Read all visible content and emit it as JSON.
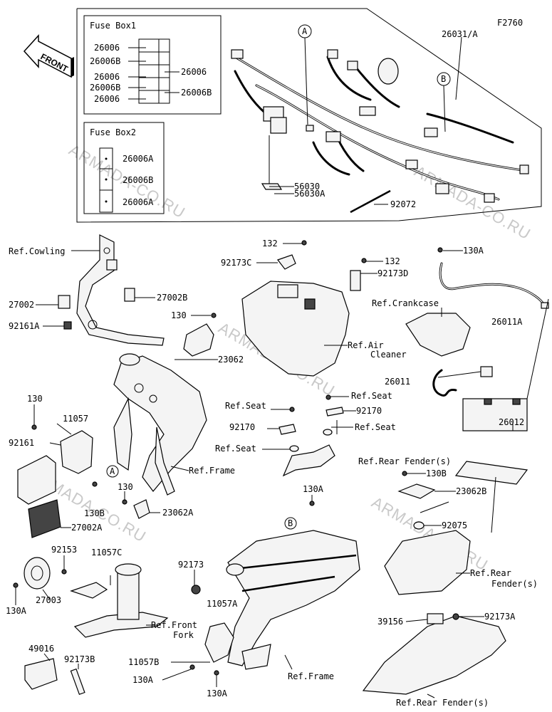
{
  "diagram_code": "F2760",
  "front_label": "FRONT",
  "watermark": "ARMADA-CO.RU",
  "fuse_box1": {
    "title": "Fuse Box1",
    "left_labels": [
      "26006",
      "26006B",
      "26006",
      "26006B",
      "26006"
    ],
    "right_labels": [
      "26006",
      "26006B"
    ]
  },
  "fuse_box2": {
    "title": "Fuse Box2",
    "labels": [
      "26006A",
      "26006B",
      "26006A"
    ]
  },
  "markers": {
    "a": "A",
    "b": "B"
  },
  "labels": {
    "l_26031A": "26031/A",
    "l_56030": "56030",
    "l_56030A": "56030A",
    "l_92072": "92072",
    "l_ref_cowling": "Ref.Cowling",
    "l_27002": "27002",
    "l_27002B": "27002B",
    "l_92161A": "92161A",
    "l_130_a": "130",
    "l_23062": "23062",
    "l_132_a": "132",
    "l_92173C": "92173C",
    "l_132_b": "132",
    "l_92173D": "92173D",
    "l_ref_air": "Ref.Air",
    "l_cleaner": "Cleaner",
    "l_130A_a": "130A",
    "l_ref_crankcase": "Ref.Crankcase",
    "l_26011A": "26011A",
    "l_26011": "26011",
    "l_26012": "26012",
    "l_130_b": "130",
    "l_11057": "11057",
    "l_92161": "92161",
    "l_ref_seat_a": "Ref.Seat",
    "l_ref_seat_b": "Ref.Seat",
    "l_92170_a": "92170",
    "l_92170_b": "92170",
    "l_ref_seat_c": "Ref.Seat",
    "l_ref_seat_d": "Ref.Seat",
    "l_ref_frame_a": "Ref.Frame",
    "l_ref_rear_fender_a": "Ref.Rear Fender(s)",
    "l_130B_a": "130B",
    "l_23062B": "23062B",
    "l_130_c": "130",
    "l_130B_b": "130B",
    "l_23062A": "23062A",
    "l_27002A": "27002A",
    "l_130A_b": "130A",
    "l_92075": "92075",
    "l_92153": "92153",
    "l_11057C": "11057C",
    "l_92173": "92173",
    "l_ref_rear_fender_b1": "Ref.Rear",
    "l_ref_rear_fender_b2": "Fender(s)",
    "l_130A_c": "130A",
    "l_27003": "27003",
    "l_11057A": "11057A",
    "l_ref_front_fork1": "Ref.Front",
    "l_ref_front_fork2": "Fork",
    "l_39156": "39156",
    "l_92173A": "92173A",
    "l_49016": "49016",
    "l_92173B": "92173B",
    "l_11057B": "11057B",
    "l_130A_d": "130A",
    "l_ref_frame_b": "Ref.Frame",
    "l_130A_e": "130A",
    "l_ref_rear_fender_c": "Ref.Rear Fender(s)"
  }
}
